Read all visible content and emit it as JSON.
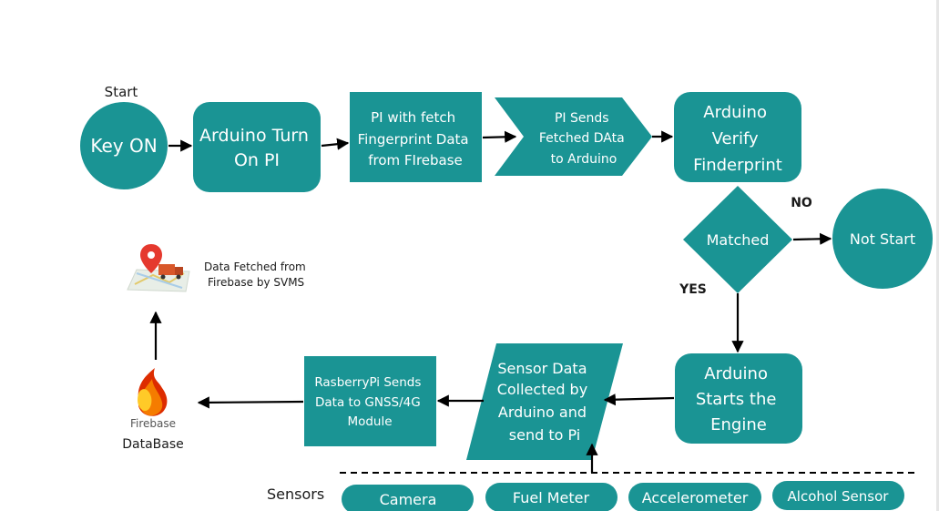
{
  "start_label": "Start",
  "nodes": {
    "key_on": "Key ON",
    "arduino_turn_on": [
      "Arduino Turn",
      "On PI"
    ],
    "pi_fetch": [
      "PI with fetch",
      "Fingerprint Data",
      "from FIrebase"
    ],
    "pi_sends": [
      "PI Sends",
      "Fetched DAta",
      "to Arduino"
    ],
    "verify": [
      "Arduino",
      "Verify",
      "Finderprint"
    ],
    "matched": "Matched",
    "not_start": "Not Start",
    "starts_engine": [
      "Arduino",
      "Starts the",
      "Engine"
    ],
    "sensor_data": [
      "Sensor Data",
      "Collected by",
      "Arduino and",
      "send to Pi"
    ],
    "raspberry": [
      "RasberryPi Sends",
      "Data to GNSS/4G",
      "Module"
    ]
  },
  "edge_labels": {
    "no": "NO",
    "yes": "YES"
  },
  "firebase": {
    "logo_text": "Firebase",
    "caption": "DataBase"
  },
  "svms": [
    "Data Fetched from",
    "Firebase by SVMS"
  ],
  "sensors": {
    "label": "Sensors",
    "items": [
      "Camera",
      "Fuel Meter",
      "Accelerometer",
      "Alcohol Sensor"
    ]
  },
  "colors": {
    "node": "#1a9494",
    "arrow": "#000000",
    "firebase_orange": "#f57c00",
    "firebase_yellow": "#ffca28",
    "firebase_red": "#dd2c00"
  }
}
